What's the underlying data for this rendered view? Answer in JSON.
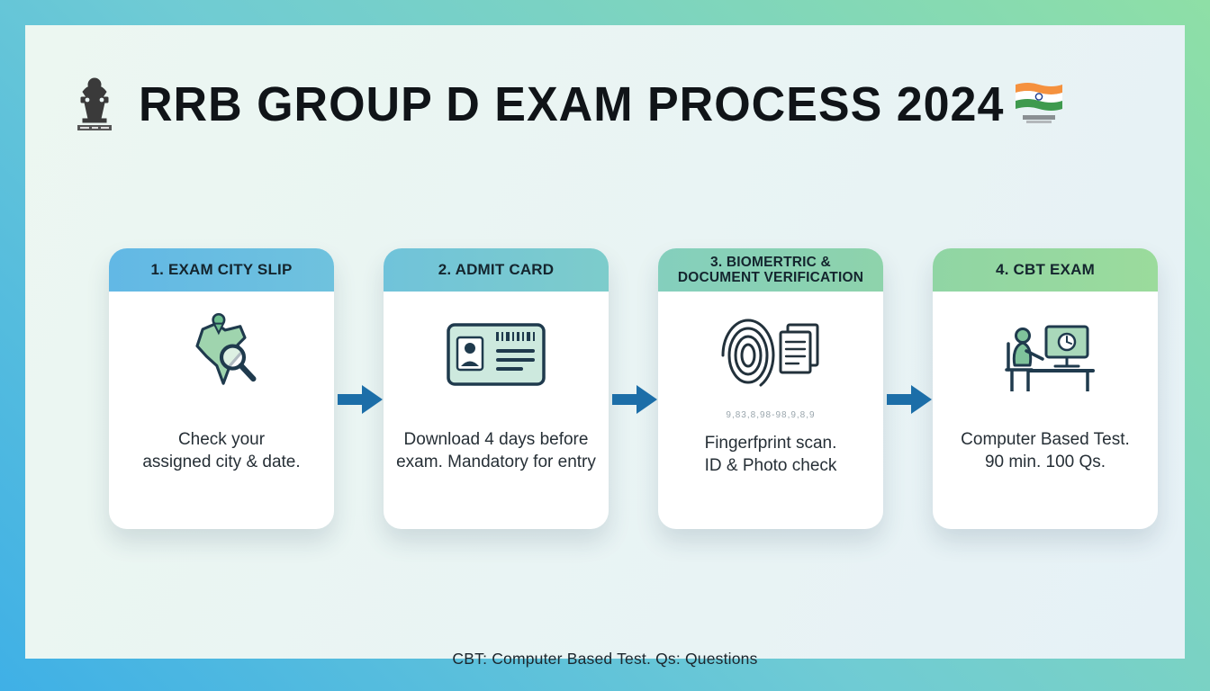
{
  "page": {
    "title": "RRB GROUP D EXAM PROCESS 2024",
    "footer": "CBT: Computer Based Test. Qs: Questions"
  },
  "steps": [
    {
      "header": "1. EXAM CITY SLIP",
      "body": "Check your\nassigned city & date.",
      "icon": "india-map-search-icon"
    },
    {
      "header": "2. ADMIT CARD",
      "body": "Download 4 days before\nexam. Mandatory for entry",
      "icon": "id-card-icon"
    },
    {
      "header": "3. BIOMERTRIC &\nDOCUMENT VERIFICATION",
      "body": "Fingerfprint scan.\nID & Photo check",
      "caption": "9,83,8,98-98,9,8,9",
      "icon": "fingerprint-documents-icon"
    },
    {
      "header": "4. CBT EXAM",
      "body": "Computer Based Test.\n90 min. 100 Qs.",
      "icon": "person-at-computer-icon"
    }
  ],
  "icons": {
    "emblem": "ashoka-emblem-icon",
    "flag": "india-flag-icon",
    "arrow": "arrow-right-icon"
  },
  "colors": {
    "border_gradient_start": "#3fb0e6",
    "border_gradient_end": "#8edfa6",
    "panel_background": "#e9f4f3",
    "arrow_blue": "#1c6ea8",
    "header_blue": "#62b8e5",
    "header_green": "#9bdb9c",
    "icon_green_fill": "#9fd4ae",
    "icon_outline": "#1f3a4d",
    "title_text": "#101418"
  }
}
